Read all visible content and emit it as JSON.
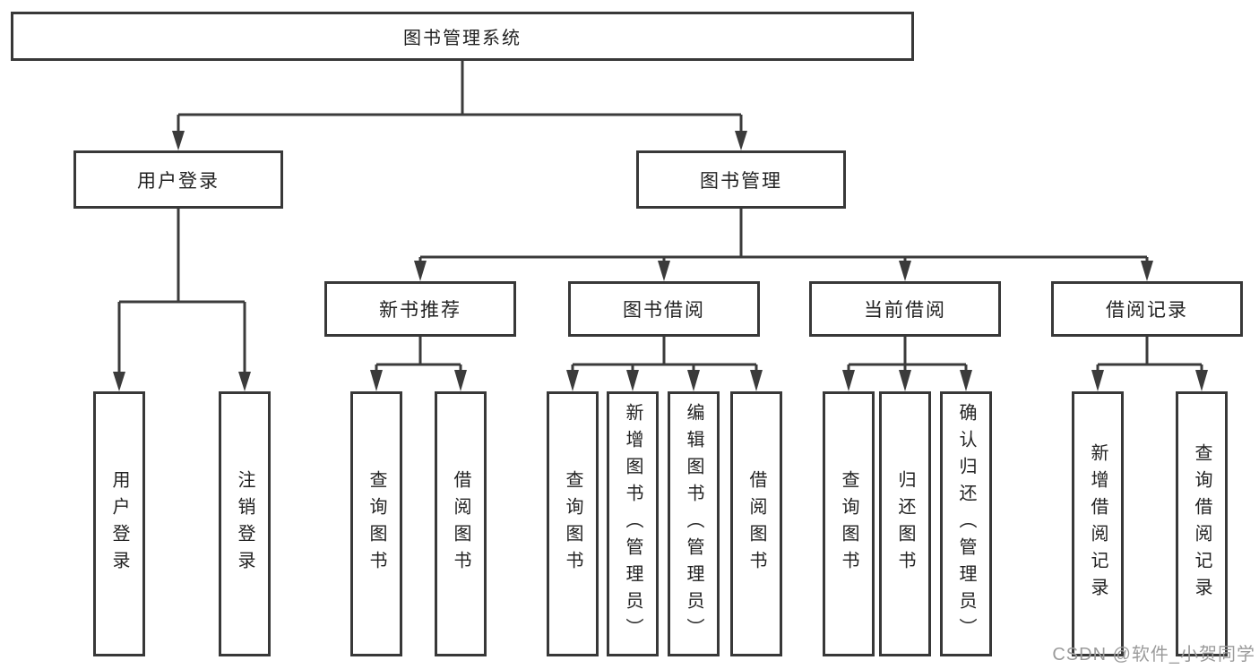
{
  "diagram": {
    "root_label": "图书管理系统",
    "branches": [
      {
        "label": "用户登录",
        "leaves": [
          {
            "label": "用户登录"
          },
          {
            "label": "注销登录"
          }
        ]
      },
      {
        "label": "图书管理",
        "children": [
          {
            "label": "新书推荐",
            "leaves": [
              {
                "label": "查询图书"
              },
              {
                "label": "借阅图书"
              }
            ]
          },
          {
            "label": "图书借阅",
            "leaves": [
              {
                "label": "查询图书"
              },
              {
                "label": "新增图书（管理员）"
              },
              {
                "label": "编辑图书（管理员）"
              },
              {
                "label": "借阅图书"
              }
            ]
          },
          {
            "label": "当前借阅",
            "leaves": [
              {
                "label": "查询图书"
              },
              {
                "label": "归还图书"
              },
              {
                "label": "确认归还（管理员）"
              }
            ]
          },
          {
            "label": "借阅记录",
            "leaves": [
              {
                "label": "新增借阅记录"
              },
              {
                "label": "查询借阅记录"
              }
            ]
          }
        ]
      }
    ]
  },
  "watermark": {
    "text": "CSDN @软件_小贺同学",
    "color": "#9b9b9b"
  },
  "colors": {
    "line": "#3b3b3b",
    "box_border": "#383838",
    "text": "#222222",
    "background": "#ffffff"
  }
}
